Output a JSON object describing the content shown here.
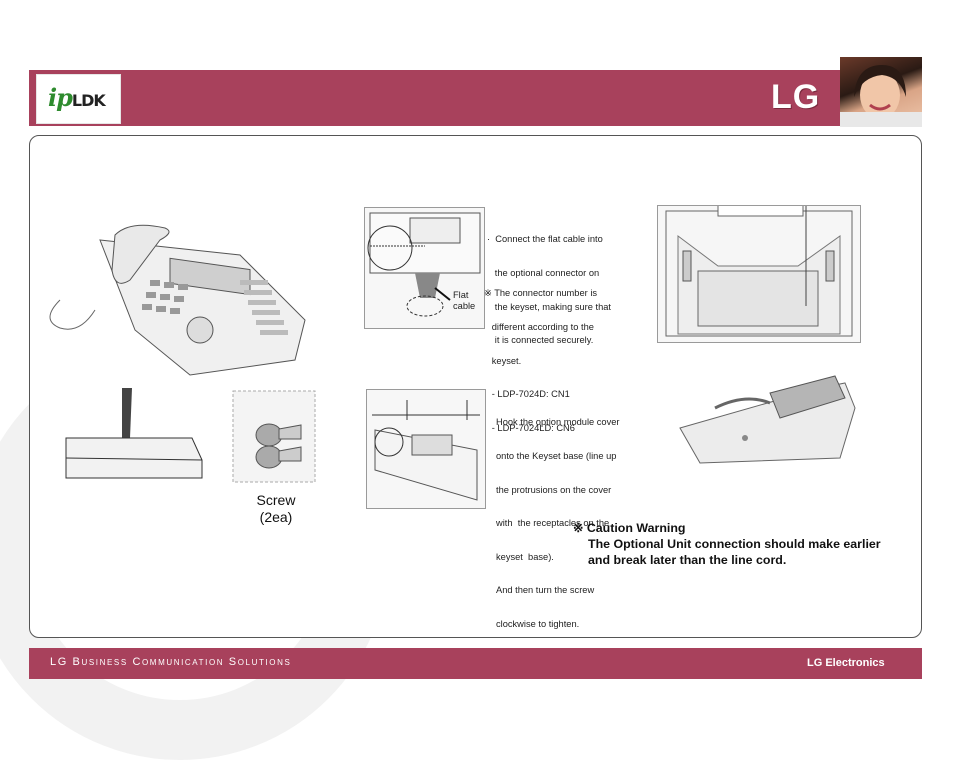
{
  "header": {
    "logo_ip": "ip",
    "logo_ldk": "LDK",
    "brand": "LG"
  },
  "instructions": {
    "step1_lines": [
      "·  Connect the flat cable into",
      "   the optional connector on",
      "   the keyset, making sure that",
      "   it is connected securely."
    ],
    "note_lines": [
      "※ The connector number is",
      "   different according to the",
      "   keyset.",
      "   - LDP-7024D: CN1",
      "   - LDP-7024LD: CN6"
    ],
    "flat_cable_label": "Flat\ncable",
    "step2_lines": [
      "Hook the option module cover",
      "onto the Keyset base (line up",
      "the protrusions on the cover",
      "with  the receptacles on the",
      "keyset  base).",
      "And then turn the screw",
      "clockwise to tighten."
    ]
  },
  "screw_label": "Screw\n(2ea)",
  "caution": {
    "title": "※  Caution Warning",
    "line1": "The Optional Unit connection should make earlier",
    "line2": "and break later than the line cord."
  },
  "footer": {
    "left": "LG Business Communication Solutions",
    "right": "LG Electronics"
  }
}
